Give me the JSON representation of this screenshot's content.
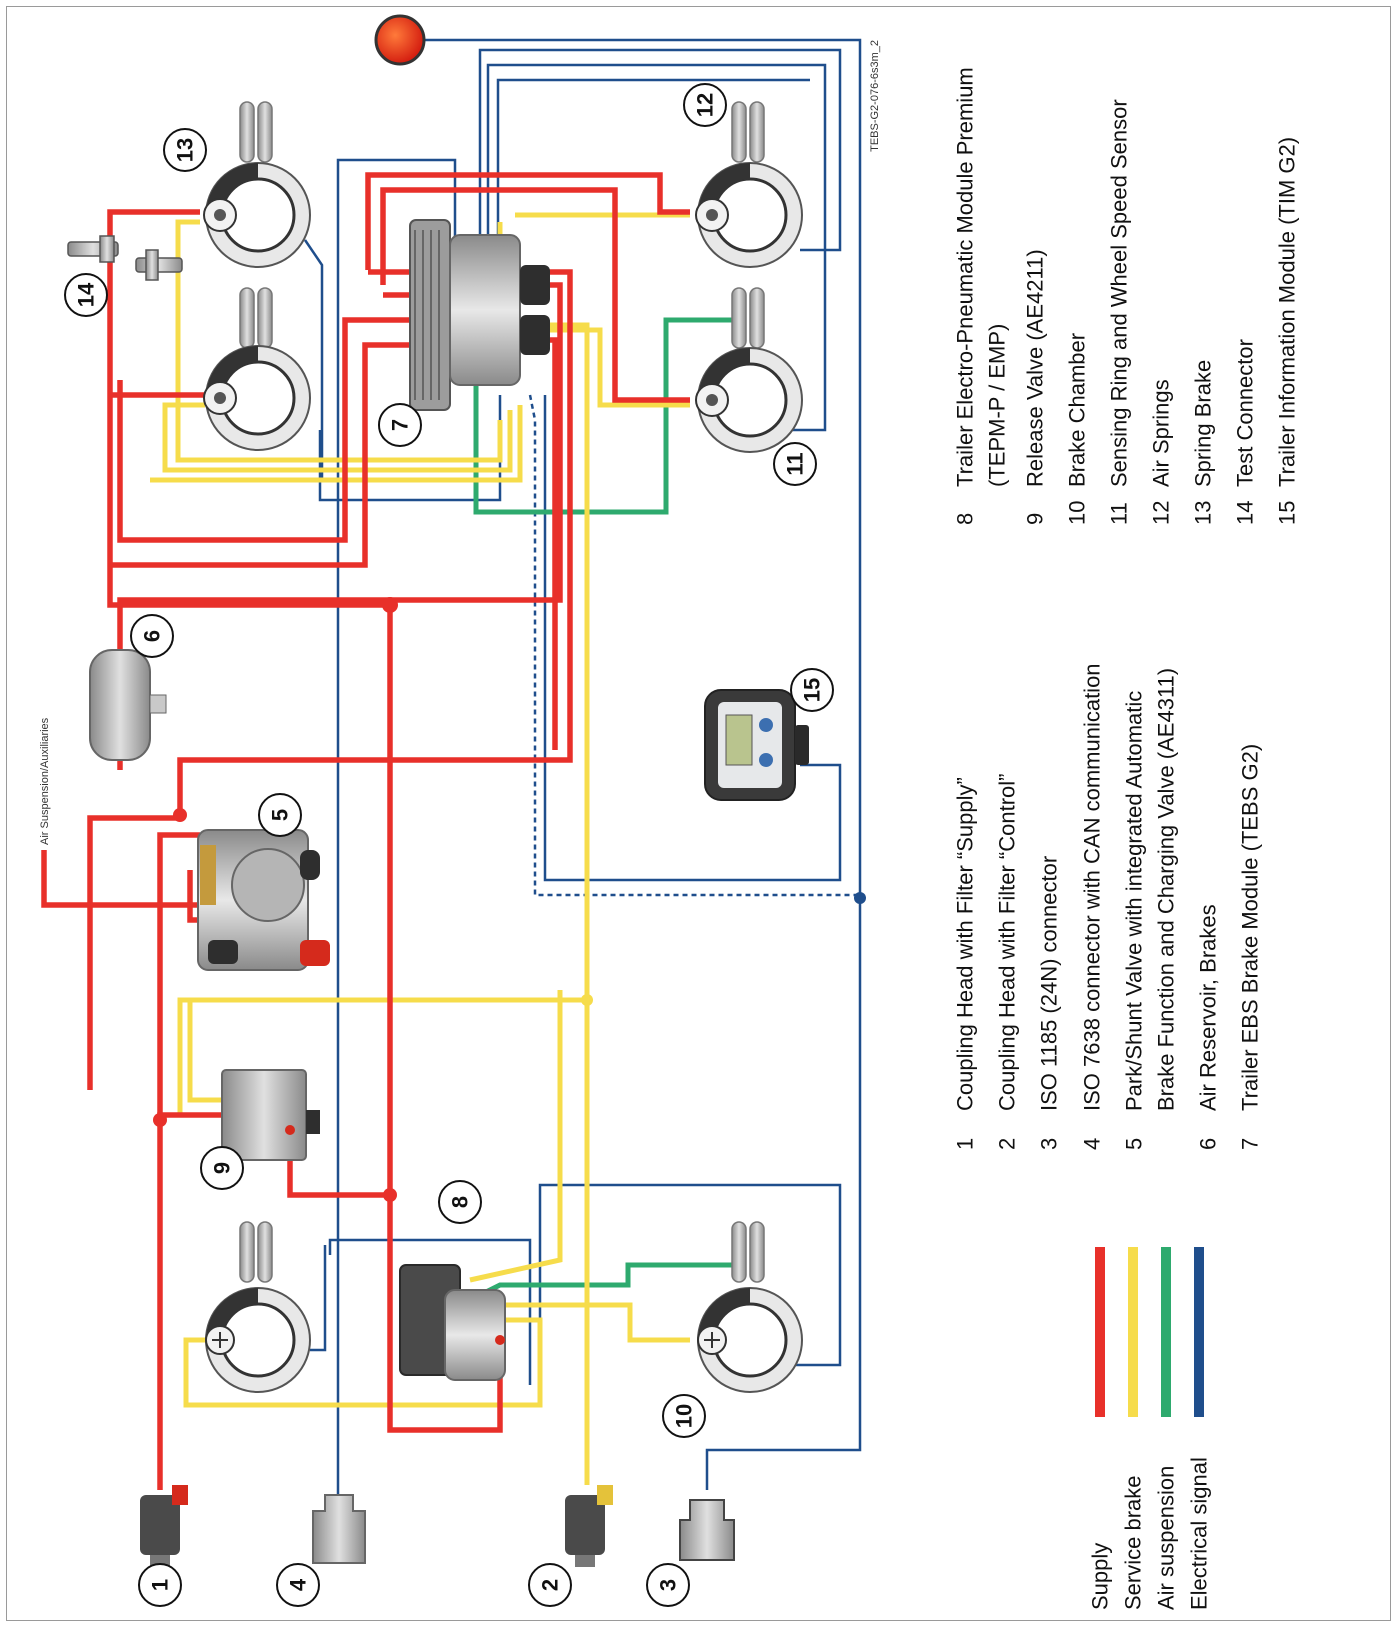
{
  "drawing_code": "TEBS-G2-076-6s3m_2",
  "air_suspension_note": "Air Suspension/Auxiliaries",
  "colors": {
    "supply": "#e8302a",
    "service_brake": "#f6dc4b",
    "air_suspension": "#2eaa6e",
    "electrical_signal": "#1f4e8c"
  },
  "callouts": [
    "1",
    "2",
    "3",
    "4",
    "5",
    "6",
    "7",
    "8",
    "9",
    "10",
    "11",
    "12",
    "13",
    "14",
    "15"
  ],
  "legend": [
    {
      "label": "Supply",
      "color_key": "supply"
    },
    {
      "label": "Service brake",
      "color_key": "service_brake"
    },
    {
      "label": "Air suspension",
      "color_key": "air_suspension"
    },
    {
      "label": "Electrical signal",
      "color_key": "electrical_signal"
    }
  ],
  "components_left": [
    {
      "num": "1",
      "lines": [
        "Coupling Head with Filter “Supply”"
      ]
    },
    {
      "num": "2",
      "lines": [
        "Coupling Head with Filter “Control”"
      ]
    },
    {
      "num": "3",
      "lines": [
        "ISO 1185 (24N) connector"
      ]
    },
    {
      "num": "4",
      "lines": [
        "ISO 7638 connector with CAN communication"
      ]
    },
    {
      "num": "5",
      "lines": [
        "Park/Shunt Valve with integrated Automatic",
        "Brake Function and Charging Valve (AE4311)"
      ]
    },
    {
      "num": "6",
      "lines": [
        "Air Reservoir, Brakes"
      ]
    },
    {
      "num": "7",
      "lines": [
        "Trailer EBS Brake Module (TEBS G2)"
      ]
    }
  ],
  "components_right": [
    {
      "num": "8",
      "lines": [
        "Trailer Electro-Pneumatic Module Premium",
        "(TEPM-P / EMP)"
      ]
    },
    {
      "num": "9",
      "lines": [
        "Release Valve (AE4211)"
      ]
    },
    {
      "num": "10",
      "lines": [
        "Brake Chamber"
      ]
    },
    {
      "num": "11",
      "lines": [
        "Sensing Ring and Wheel Speed Sensor"
      ]
    },
    {
      "num": "12",
      "lines": [
        "Air Springs"
      ]
    },
    {
      "num": "13",
      "lines": [
        "Spring Brake"
      ]
    },
    {
      "num": "14",
      "lines": [
        "Test Connector"
      ]
    },
    {
      "num": "15",
      "lines": [
        "Trailer Information Module (TIM G2)"
      ]
    }
  ]
}
